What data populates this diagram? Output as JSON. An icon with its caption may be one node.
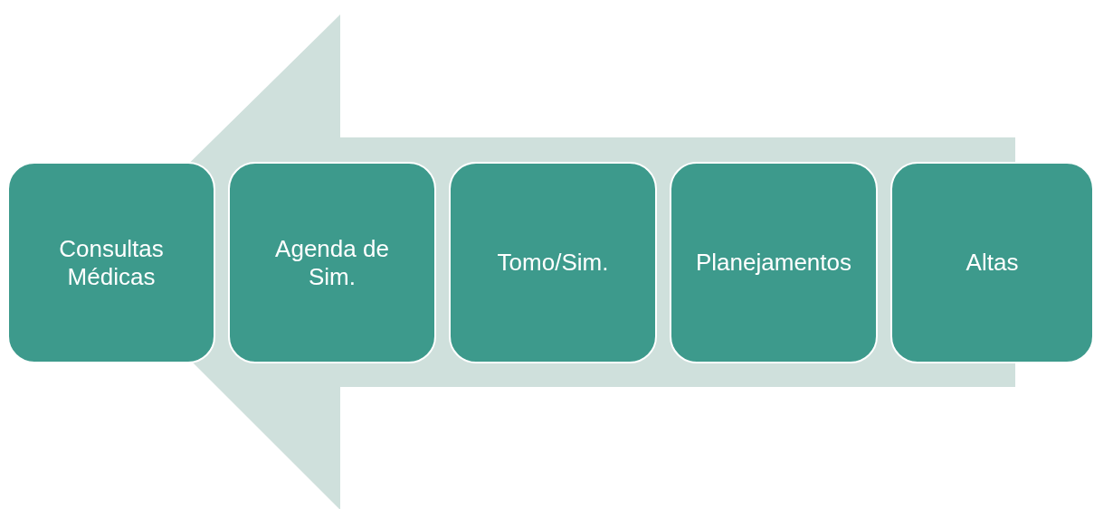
{
  "diagram": {
    "nodes": [
      {
        "text": [
          "Consultas Médicas"
        ]
      },
      {
        "text": [
          "Agenda de Sim."
        ]
      },
      {
        "text": [
          "Tomo/Sim."
        ]
      },
      {
        "text": [
          "Planejamentos"
        ]
      },
      {
        "text": [
          "Altas"
        ]
      }
    ],
    "edges": [
      {
        "from": 4,
        "to": 0,
        "arrow": "to"
      }
    ]
  }
}
